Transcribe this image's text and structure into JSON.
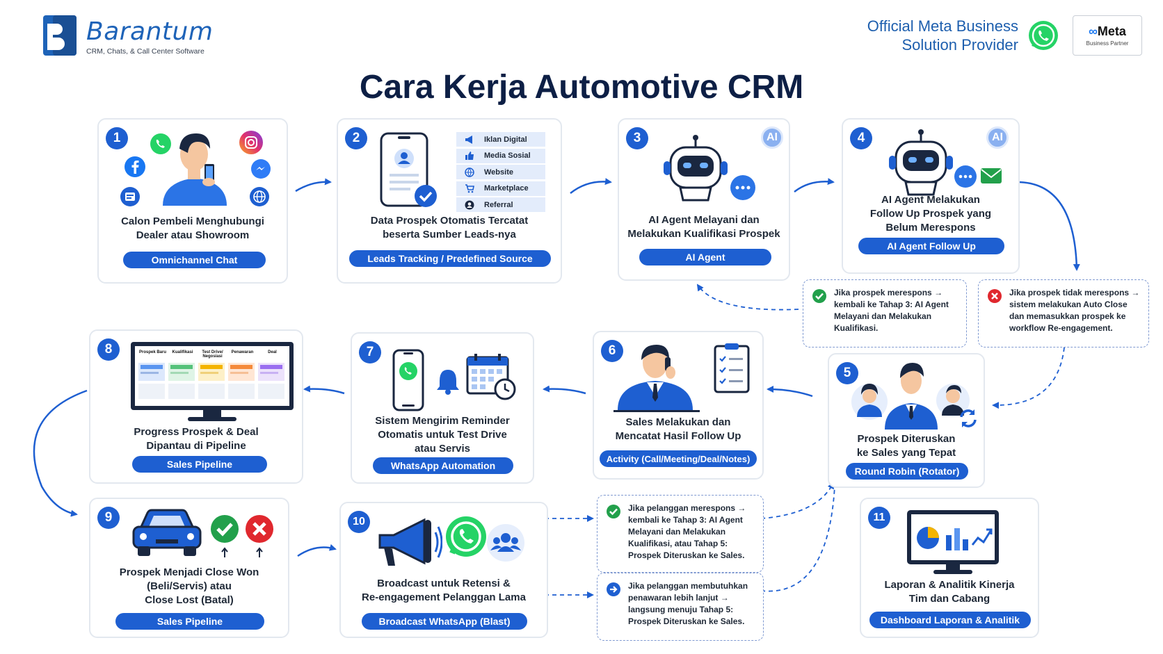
{
  "brand": {
    "name": "Barantum",
    "tagline": "CRM, Chats, & Call Center Software"
  },
  "partner": {
    "line1": "Official Meta Business",
    "line2": "Solution Provider",
    "meta_name": "Meta",
    "meta_sub": "Business Partner"
  },
  "title": "Cara Kerja Automotive CRM",
  "ai_badge": "AI",
  "steps": [
    {
      "num": "1",
      "title_lines": [
        "Calon Pembeli Menghubungi",
        "Dealer atau Showroom"
      ],
      "pill": "Omnichannel Chat"
    },
    {
      "num": "2",
      "title_lines": [
        "Data Prospek Otomatis Tercatat",
        "beserta Sumber Leads-nya"
      ],
      "pill": "Leads Tracking / Predefined Source",
      "sources": [
        "Iklan Digital",
        "Media Sosial",
        "Website",
        "Marketplace",
        "Referral"
      ]
    },
    {
      "num": "3",
      "title_lines": [
        "AI Agent Melayani dan",
        "Melakukan Kualifikasi Prospek"
      ],
      "pill": "AI Agent"
    },
    {
      "num": "4",
      "title_lines": [
        "AI Agent Melakukan",
        "Follow Up Prospek yang",
        "Belum Merespons"
      ],
      "pill": "AI Agent Follow Up"
    },
    {
      "num": "5",
      "title_lines": [
        "Prospek Diteruskan",
        "ke Sales yang Tepat"
      ],
      "pill": "Round Robin (Rotator)"
    },
    {
      "num": "6",
      "title_lines": [
        "Sales Melakukan dan",
        "Mencatat Hasil Follow Up"
      ],
      "pill": "Activity (Call/Meeting/Deal/Notes)"
    },
    {
      "num": "7",
      "title_lines": [
        "Sistem Mengirim Reminder",
        "Otomatis untuk Test Drive",
        "atau Servis"
      ],
      "pill": "WhatsApp Automation"
    },
    {
      "num": "8",
      "title_lines": [
        "Progress Prospek & Deal",
        "Dipantau di Pipeline"
      ],
      "pill": "Sales Pipeline",
      "pipeline_columns": [
        "Prospek Baru",
        "Kualifikasi",
        "Test Drive/ Negosiasi",
        "Penawaran",
        "Deal"
      ]
    },
    {
      "num": "9",
      "title_lines": [
        "Prospek Menjadi Close Won",
        "(Beli/Servis) atau",
        "Close Lost (Batal)"
      ],
      "pill": "Sales Pipeline"
    },
    {
      "num": "10",
      "title_lines": [
        "Broadcast untuk Retensi &",
        "Re-engagement Pelanggan Lama"
      ],
      "pill": "Broadcast WhatsApp (Blast)"
    },
    {
      "num": "11",
      "title_lines": [
        "Laporan & Analitik Kinerja",
        "Tim dan Cabang"
      ],
      "pill": "Dashboard Laporan & Analitik"
    }
  ],
  "notes": {
    "respond": [
      "Jika prospek merespons →",
      "kembali ke Tahap 3: AI Agent",
      "Melayani dan Melakukan",
      "Kualifikasi."
    ],
    "no_respond": [
      "Jika prospek tidak merespons →",
      "sistem melakukan Auto Close",
      "dan memasukkan prospek ke",
      "workflow Re-engagement."
    ],
    "customer_respond": [
      "Jika pelanggan merespons →",
      "kembali ke Tahap 3: AI Agent",
      "Melayani dan Melakukan",
      "Kualifikasi, atau Tahap 5:",
      "Prospek Diteruskan ke Sales."
    ],
    "customer_offer": [
      "Jika pelanggan membutuhkan",
      "penawaran lebih lanjut →",
      "langsung menuju Tahap 5:",
      "Prospek Diteruskan ke Sales."
    ]
  },
  "colors": {
    "primary": "#1e5fd1",
    "title": "#0d1f45",
    "brand": "#1e63b8",
    "whatsapp": "#25d366",
    "success": "#22a04b",
    "danger": "#e0282e"
  }
}
